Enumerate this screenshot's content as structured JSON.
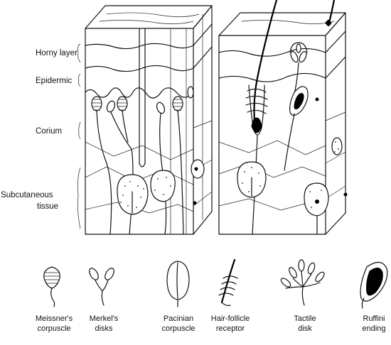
{
  "layer_labels": {
    "horny_layer": "Horny layer",
    "epidermic": "Epidermic",
    "corium": "Corium",
    "subcutaneous_line1": "Subcutaneous",
    "subcutaneous_line2": "tissue"
  },
  "receptors": [
    {
      "id": "meissner",
      "line1": "Meissner's",
      "line2": "corpuscle",
      "icon": "meissner-corpuscle-icon"
    },
    {
      "id": "merkel",
      "line1": "Merkel's",
      "line2": "disks",
      "icon": "merkel-disks-icon"
    },
    {
      "id": "pacinian",
      "line1": "Pacinian",
      "line2": "corpuscle",
      "icon": "pacinian-corpuscle-icon"
    },
    {
      "id": "hair",
      "line1": "Hair-follicle",
      "line2": "receptor",
      "icon": "hair-follicle-receptor-icon"
    },
    {
      "id": "tactile",
      "line1": "Tactile",
      "line2": "disk",
      "icon": "tactile-disk-icon"
    },
    {
      "id": "ruffini",
      "line1": "Ruffini",
      "line2": "ending",
      "icon": "ruffini-ending-icon"
    }
  ]
}
